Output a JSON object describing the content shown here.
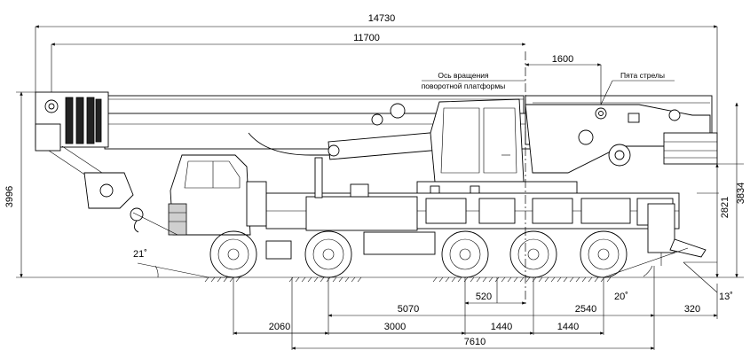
{
  "dimensions": {
    "overall_length": "14730",
    "boom_length": "11700",
    "rotation_offset": "1600",
    "overall_height": "3996",
    "boom_heel_height": "3834",
    "platform_height": "2821",
    "front_overhang": "2060",
    "axle_1_2": "3000",
    "axle_2_3": "1440",
    "axle_3_4": "1440",
    "rear_to_outrigger": "2540",
    "front_to_rotation": "5070",
    "rotation_to_axle": "520",
    "wheelbase_total": "7610",
    "rear_tail": "320"
  },
  "angles": {
    "front": "21˚",
    "rear": "20˚",
    "rear_outrigger": "13˚"
  },
  "labels": {
    "rotation_axis_line1": "Ось вращения",
    "rotation_axis_line2": "поворотной платформы",
    "boom_heel": "Пята стрелы"
  }
}
